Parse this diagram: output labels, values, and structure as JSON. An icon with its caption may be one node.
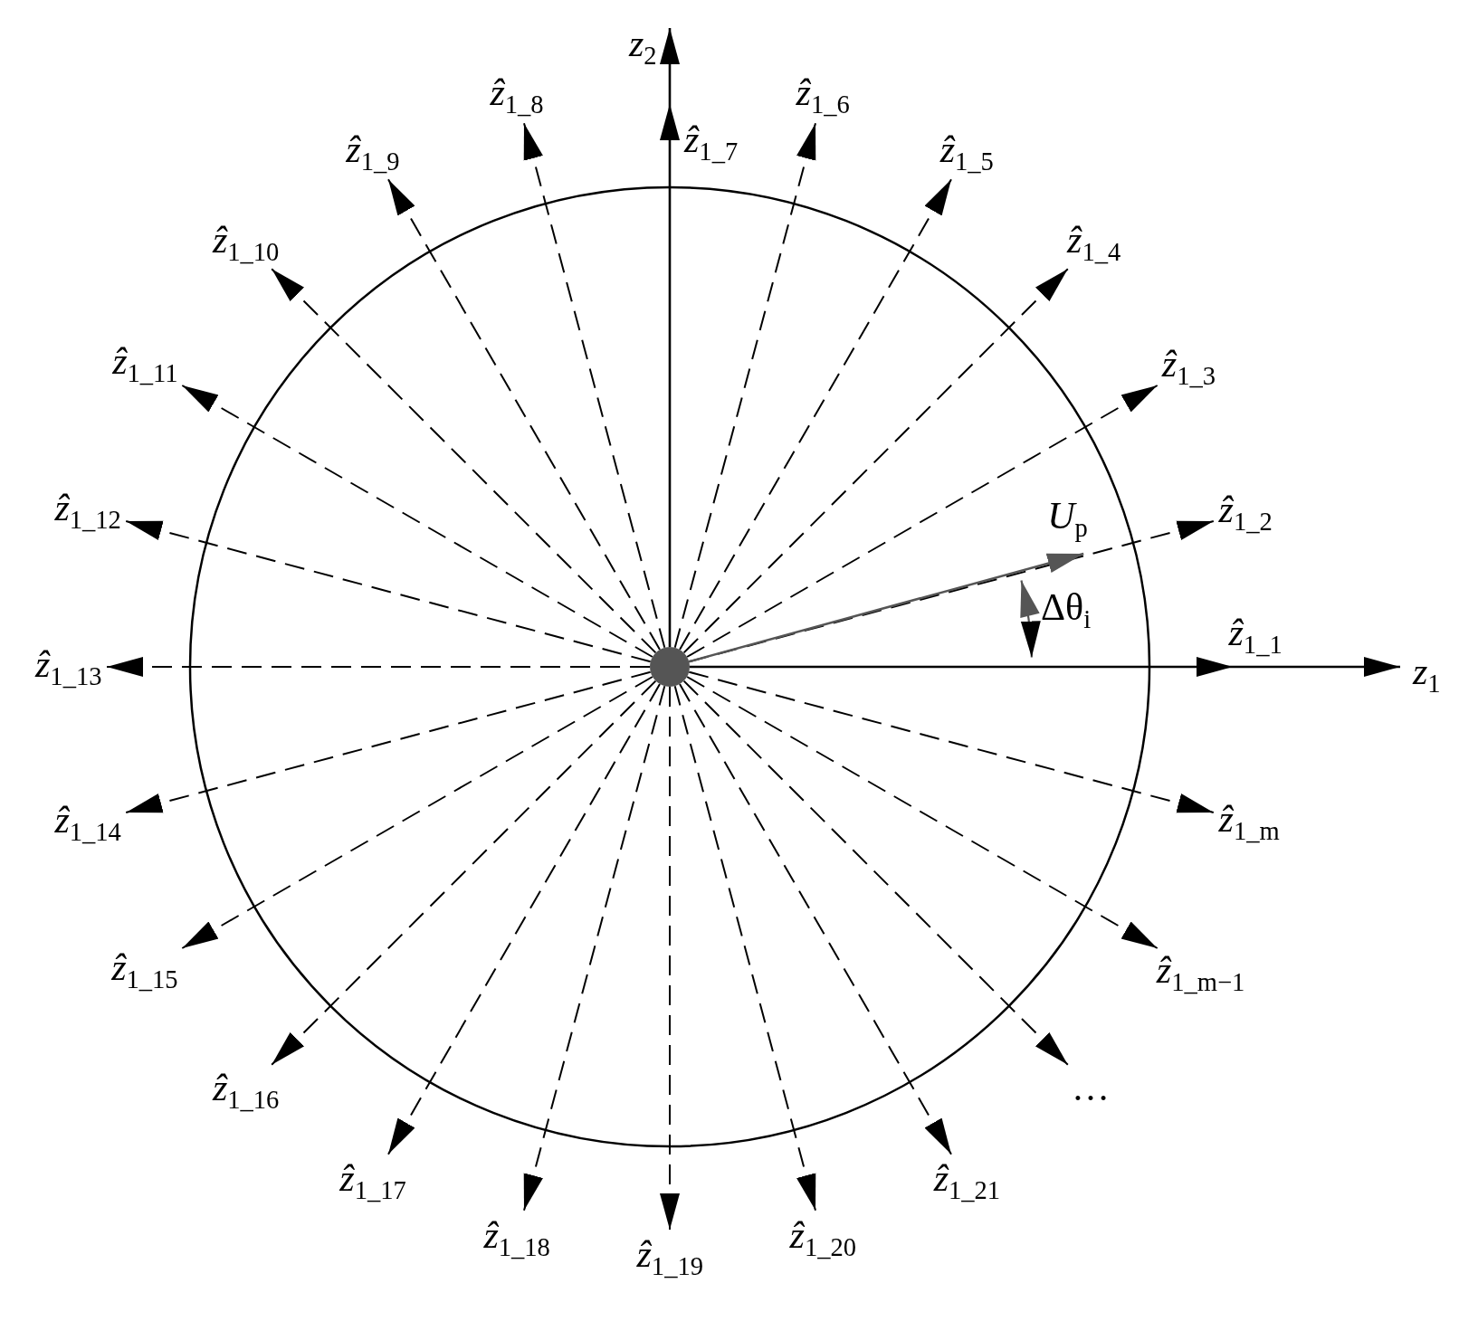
{
  "diagram": {
    "nodes": [
      {
        "text": [],
        "shape": "circle"
      },
      {
        "text": [
          "*z*$_{1}$"
        ]
      },
      {
        "text": [
          "*z*$_{2}$"
        ]
      },
      {
        "text": [
          "*ẑ*$_{1_1}$"
        ]
      },
      {
        "text": [
          "*ẑ*$_{1_2}$"
        ]
      },
      {
        "text": [
          "*ẑ*$_{1_3}$"
        ]
      },
      {
        "text": [
          "*ẑ*$_{1_4}$"
        ]
      },
      {
        "text": [
          "*ẑ*$_{1_5}$"
        ]
      },
      {
        "text": [
          "*ẑ*$_{1_6}$"
        ]
      },
      {
        "text": [
          "*ẑ*$_{1_7}$"
        ]
      },
      {
        "text": [
          "*ẑ*$_{1_8}$"
        ]
      },
      {
        "text": [
          "*ẑ*$_{1_9}$"
        ]
      },
      {
        "text": [
          "*ẑ*$_{1_10}$"
        ]
      },
      {
        "text": [
          "*ẑ*$_{1_11}$"
        ]
      },
      {
        "text": [
          "*ẑ*$_{1_12}$"
        ]
      },
      {
        "text": [
          "*ẑ*$_{1_13}$"
        ]
      },
      {
        "text": [
          "*ẑ*$_{1_14}$"
        ]
      },
      {
        "text": [
          "*ẑ*$_{1_15}$"
        ]
      },
      {
        "text": [
          "*ẑ*$_{1_16}$"
        ]
      },
      {
        "text": [
          "*ẑ*$_{1_17}$"
        ]
      },
      {
        "text": [
          "*ẑ*$_{1_18}$"
        ]
      },
      {
        "text": [
          "*ẑ*$_{1_19}$"
        ]
      },
      {
        "text": [
          "*ẑ*$_{1_20}$"
        ]
      },
      {
        "text": [
          "*ẑ*$_{1_21}$"
        ]
      },
      {
        "text": [
          "*ẑ*$_{1_m−1}$"
        ]
      },
      {
        "text": [
          "*ẑ*$_{1_m}$"
        ]
      },
      {
        "text": [
          "…"
        ]
      },
      {
        "text": [
          "*U*$_{p}$"
        ]
      }
    ],
    "edges": [
      {
        "from": 0,
        "to": 1,
        "arrow": "to"
      },
      {
        "from": 0,
        "to": 2,
        "arrow": "to"
      },
      {
        "from": 0,
        "to": 3,
        "arrow": "to",
        "style": "dashed"
      },
      {
        "from": 0,
        "to": 4,
        "arrow": "to",
        "style": "dashed"
      },
      {
        "from": 0,
        "to": 5,
        "arrow": "to",
        "style": "dashed"
      },
      {
        "from": 0,
        "to": 6,
        "arrow": "to",
        "style": "dashed"
      },
      {
        "from": 0,
        "to": 7,
        "arrow": "to",
        "style": "dashed"
      },
      {
        "from": 0,
        "to": 8,
        "arrow": "to",
        "style": "dashed"
      },
      {
        "from": 0,
        "to": 9,
        "arrow": "to",
        "style": "dashed"
      },
      {
        "from": 0,
        "to": 10,
        "arrow": "to",
        "style": "dashed"
      },
      {
        "from": 0,
        "to": 11,
        "arrow": "to",
        "style": "dashed"
      },
      {
        "from": 0,
        "to": 12,
        "arrow": "to",
        "style": "dashed"
      },
      {
        "from": 0,
        "to": 13,
        "arrow": "to",
        "style": "dashed"
      },
      {
        "from": 0,
        "to": 14,
        "arrow": "to",
        "style": "dashed"
      },
      {
        "from": 0,
        "to": 15,
        "arrow": "to",
        "style": "dashed"
      },
      {
        "from": 0,
        "to": 16,
        "arrow": "to",
        "style": "dashed"
      },
      {
        "from": 0,
        "to": 17,
        "arrow": "to",
        "style": "dashed"
      },
      {
        "from": 0,
        "to": 18,
        "arrow": "to",
        "style": "dashed"
      },
      {
        "from": 0,
        "to": 19,
        "arrow": "to",
        "style": "dashed"
      },
      {
        "from": 0,
        "to": 20,
        "arrow": "to",
        "style": "dashed"
      },
      {
        "from": 0,
        "to": 21,
        "arrow": "to",
        "style": "dashed"
      },
      {
        "from": 0,
        "to": 22,
        "arrow": "to",
        "style": "dashed"
      },
      {
        "from": 0,
        "to": 23,
        "arrow": "to",
        "style": "dashed"
      },
      {
        "from": 0,
        "to": 24,
        "arrow": "to",
        "style": "dashed"
      },
      {
        "from": 0,
        "to": 25,
        "arrow": "to",
        "style": "dashed"
      },
      {
        "from": 0,
        "to": 26,
        "arrow": "to",
        "style": "dashed"
      },
      {
        "from": 0,
        "to": 27,
        "arrow": "to",
        "color": "#555555"
      }
    ],
    "labels": [
      "Δθ$_{i}$"
    ]
  }
}
